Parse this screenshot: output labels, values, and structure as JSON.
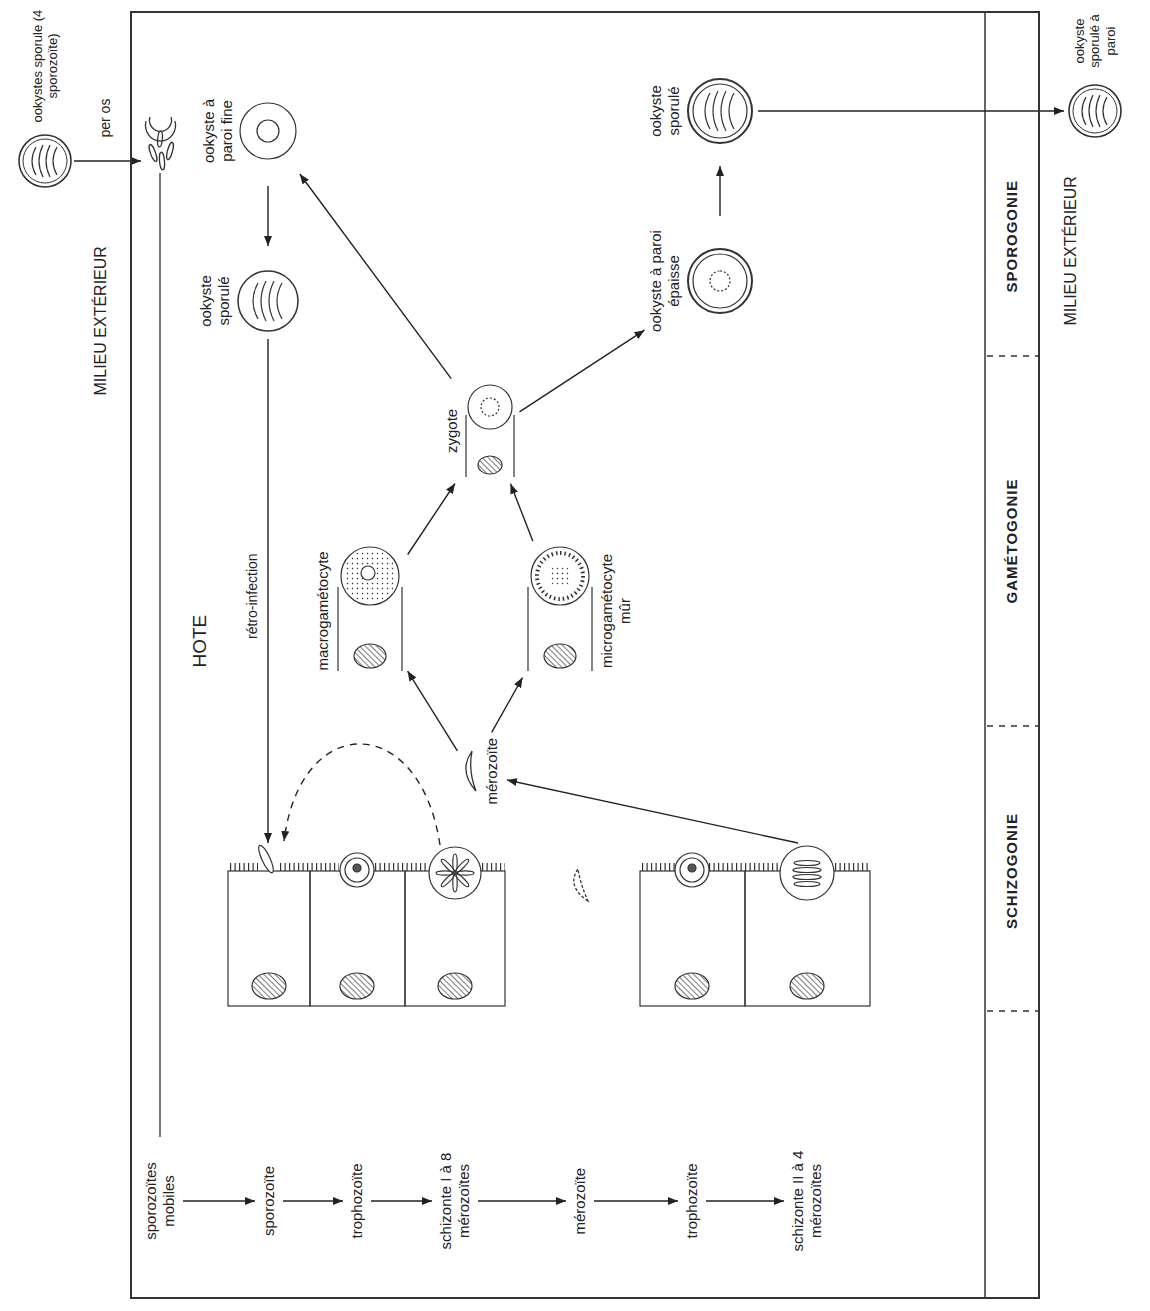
{
  "diagram": {
    "nodes": [
      {
        "text": [
          "HOTE"
        ]
      },
      {
        "text": [
          "ookystes sporule (4 sporozoïte)"
        ]
      },
      {
        "text": [
          "sporozoïtes mobiles"
        ],
        "in": 0
      },
      {
        "text": [
          "sporozoïte"
        ],
        "in": 0
      },
      {
        "text": [
          "trophozoïte"
        ],
        "in": 0
      },
      {
        "text": [
          "schizonte I à 8 mérozoïtes"
        ],
        "in": 0
      },
      {
        "text": [
          "mérozoïte"
        ],
        "in": 0
      },
      {
        "text": [
          "trophozoïte"
        ],
        "in": 0
      },
      {
        "text": [
          "schizonte II à 4 mérozoïtes"
        ],
        "in": 0
      },
      {
        "text": [
          "mérozoïte"
        ],
        "in": 0
      },
      {
        "text": [
          "macrogamétocyte"
        ],
        "in": 0
      },
      {
        "text": [
          "microgamétocyte mûr"
        ],
        "in": 0
      },
      {
        "text": [
          "zygote"
        ],
        "in": 0
      },
      {
        "text": [
          "ookyste à paroi fine"
        ],
        "in": 0
      },
      {
        "text": [
          "ookyste sporulé"
        ],
        "in": 0
      },
      {
        "text": [
          "ookyste à paroi épaisse"
        ],
        "in": 0
      },
      {
        "text": [
          "ookyste sporulé"
        ],
        "in": 0
      },
      {
        "text": [
          "ookyste sporulé à paroi"
        ]
      }
    ],
    "edges": [
      {
        "from": 2,
        "to": 3,
        "arrow": "to"
      },
      {
        "from": 3,
        "to": 4,
        "arrow": "to"
      },
      {
        "from": 4,
        "to": 5,
        "arrow": "to"
      },
      {
        "from": 5,
        "to": 6,
        "arrow": "to"
      },
      {
        "from": 6,
        "to": 7,
        "arrow": "to"
      },
      {
        "from": 7,
        "to": 8,
        "arrow": "to"
      },
      {
        "from": 9,
        "to": 10,
        "arrow": "to"
      },
      {
        "from": 9,
        "to": 11,
        "arrow": "to"
      },
      {
        "from": 10,
        "to": 12,
        "arrow": "to"
      },
      {
        "from": 11,
        "to": 12,
        "arrow": "to"
      },
      {
        "from": 12,
        "to": 13,
        "arrow": "to"
      },
      {
        "from": 12,
        "to": 15,
        "arrow": "to"
      },
      {
        "from": 13,
        "to": 14,
        "arrow": "to"
      },
      {
        "from": 15,
        "to": 16,
        "arrow": "to"
      },
      {
        "from": 16,
        "to": 17,
        "arrow": "to"
      }
    ],
    "labels": [
      "MILIEU EXTÉRIEUR",
      "per os",
      "rétro-infection",
      "SCHIZOGONIE",
      "GAMÉTOGONIE",
      "SPOROGONIE",
      "MILIEU EXTÉRIEUR"
    ]
  }
}
